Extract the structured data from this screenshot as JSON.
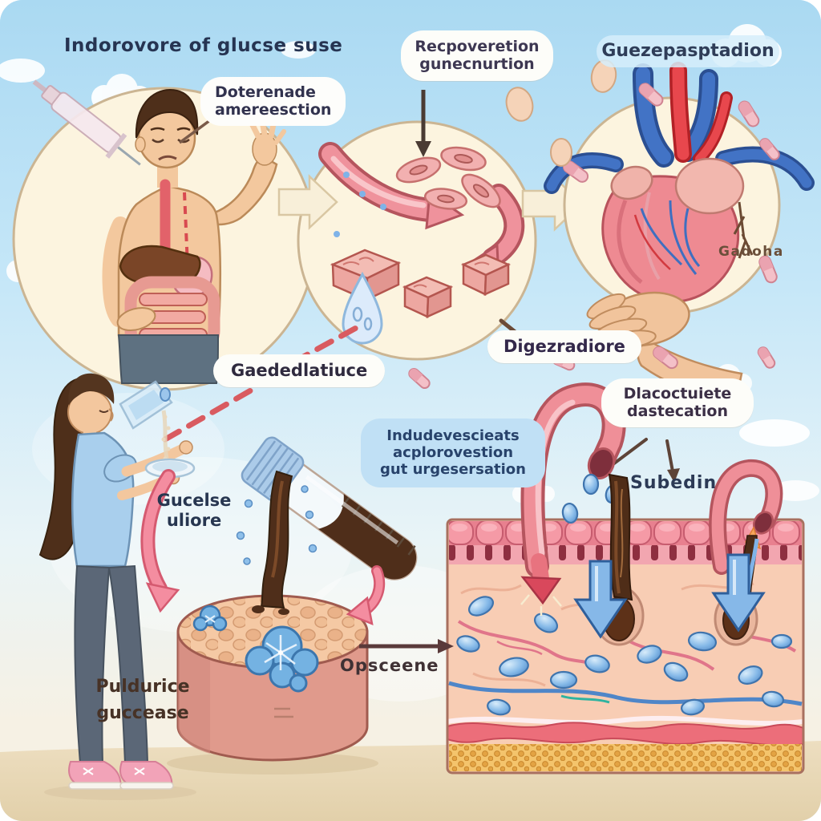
{
  "illustration": {
    "type": "medical-educational-cartoon",
    "topic": "glucose ingestion and intestinal absorption",
    "labels": {
      "title_top_left": "Indorovore of glucse suse",
      "title_top_right": "Guezepasptadion",
      "bubble_differentiation": "Doterenade\namereesction",
      "pill_regeneration": "Recpoveretion\ngunecnurtion",
      "tag_heart": "Gadoha",
      "pill_degradation": "Gaededlatiuce",
      "pill_digestion": "Digezradiore",
      "pill_disaccharide": "Dlacoctuiete\ndastecation",
      "tag_subedin": "Subedin",
      "tag_glucose_drink": "Gucelse\nuliore",
      "pill_absorption_note": "Indudevescieats\nacplorovestion\ngut urgesersation",
      "tag_powder_glucose": "Puldurice\nguccease",
      "tag_osmosis": "Opsceene"
    },
    "colors": {
      "sky": "#b9e2f7",
      "circle_cream": "#fcf4df",
      "arrow_pink": "#ef929c",
      "heart_red": "#e8474d",
      "vessel_blue": "#4273c5",
      "skin": "#f3c79e",
      "liquid_brown": "#4f2e1a",
      "crystal_blue": "#74b2e2",
      "tissue_pink": "#f8cdb4",
      "fat_yellow": "#f4c46c",
      "epithelium_pink": "#f59aa6",
      "label_navy": "#2c3a56",
      "floor_sand": "#eadbbc"
    },
    "icons": [
      "syringe-icon",
      "male-digestive-figure",
      "meat-cycle-icon",
      "heart-in-hand-icon",
      "capsule-icon",
      "egg-icon",
      "drinking-woman-figure",
      "test-tube-icon",
      "glucose-cylinder-icon",
      "crystal-icon",
      "villi-tissue-icon",
      "duct-hook-icon",
      "droplet-icon",
      "flow-arrow-icon"
    ]
  }
}
